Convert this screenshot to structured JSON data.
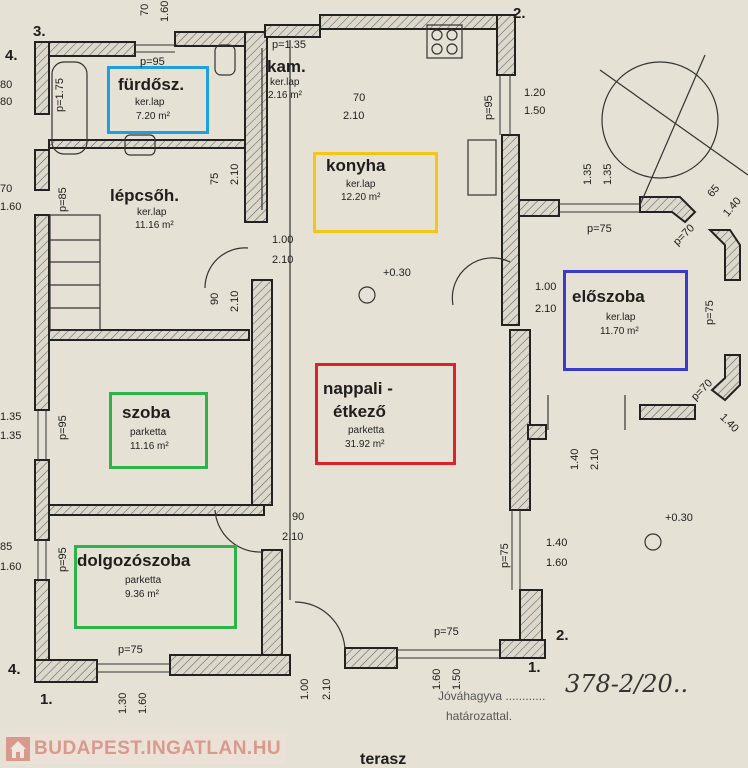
{
  "rooms": {
    "furdo": {
      "name": "fürdősz.",
      "floor": "ker.lap",
      "area": "7.20 m²",
      "highlight": "#1ea0e0"
    },
    "kamra": {
      "name": "kam.",
      "floor": "ker.lap",
      "area": "2.16 m²",
      "door": "p=1.35"
    },
    "konyha": {
      "name": "konyha",
      "floor": "ker.lap",
      "area": "12.20 m²",
      "highlight": "#f5c518"
    },
    "lepcso": {
      "name": "lépcsőh.",
      "floor": "ker.lap",
      "area": "11.16 m²"
    },
    "szoba": {
      "name": "szoba",
      "floor": "parketta",
      "area": "11.16 m²",
      "highlight": "#2db34a"
    },
    "nappali": {
      "name1": "nappali -",
      "name2": "étkező",
      "floor": "parketta",
      "area": "31.92 m²",
      "highlight": "#e0202a"
    },
    "eloszoba": {
      "name": "előszoba",
      "floor": "ker.lap",
      "area": "11.70 m²",
      "highlight": "#3a3acb"
    },
    "dolgozo": {
      "name": "dolgozószoba",
      "floor": "parketta",
      "area": "9.36 m²",
      "highlight": "#2db34a"
    }
  },
  "axis_markers": [
    "3.",
    "4.",
    "2.",
    "4.",
    "1.",
    "1.",
    "2."
  ],
  "dimensions": {
    "d_top_70": "70",
    "d_top_160": "1.60",
    "d_p95_bath": "p=95",
    "d_p175": "p=1.75",
    "d_left_80a": "80",
    "d_left_80b": "80",
    "d_left_70": "70",
    "d_left_160": "1.60",
    "d_p85": "p=85",
    "d_75": "75",
    "d_210a": "2.10",
    "d_kam_70": "70",
    "d_kam_210": "2.10",
    "d_k_120": "1.20",
    "d_k_150": "1.50",
    "d_k_p95": "p=95",
    "d_door_100": "1.00",
    "d_door_210": "2.10",
    "d_90": "90",
    "d_210b": "2.10",
    "level1": "+0.30",
    "d_e_100": "1.00",
    "d_e_210": "2.10",
    "d_135a": "1.35",
    "d_135b": "1.35",
    "d_p75_e": "p=75",
    "d_65": "65",
    "d_140r": "1.40",
    "d_p70a": "p=70",
    "d_p75_r": "p=75",
    "d_p70b": "p=70",
    "d_140rb": "1.40",
    "d_sz_135a": "1.35",
    "d_sz_135b": "1.35",
    "d_sz_p95": "p=95",
    "d_ent_140": "1.40",
    "d_ent_210": "2.10",
    "d_90b": "90",
    "d_210c": "2.10",
    "d_85": "85",
    "d_160b": "1.60",
    "d_p95_d": "p=95",
    "d_p75_n": "p=75",
    "d_140b": "1.40",
    "d_160c": "1.60",
    "level2": "+0.30",
    "d_p75_nb": "p=75",
    "d_p75_db": "p=75",
    "d_130": "1.30",
    "d_160d": "1.60",
    "d_100": "1.00",
    "d_210d": "2.10",
    "d_160e": "1.60",
    "d_150": "1.50"
  },
  "annotations": {
    "handwritten": "378-2/20..",
    "approved": "Jóváhagyva ............",
    "resolution": "határozattal.",
    "terrace": "terasz"
  },
  "watermark": "BUDAPEST.INGATLAN.HU"
}
